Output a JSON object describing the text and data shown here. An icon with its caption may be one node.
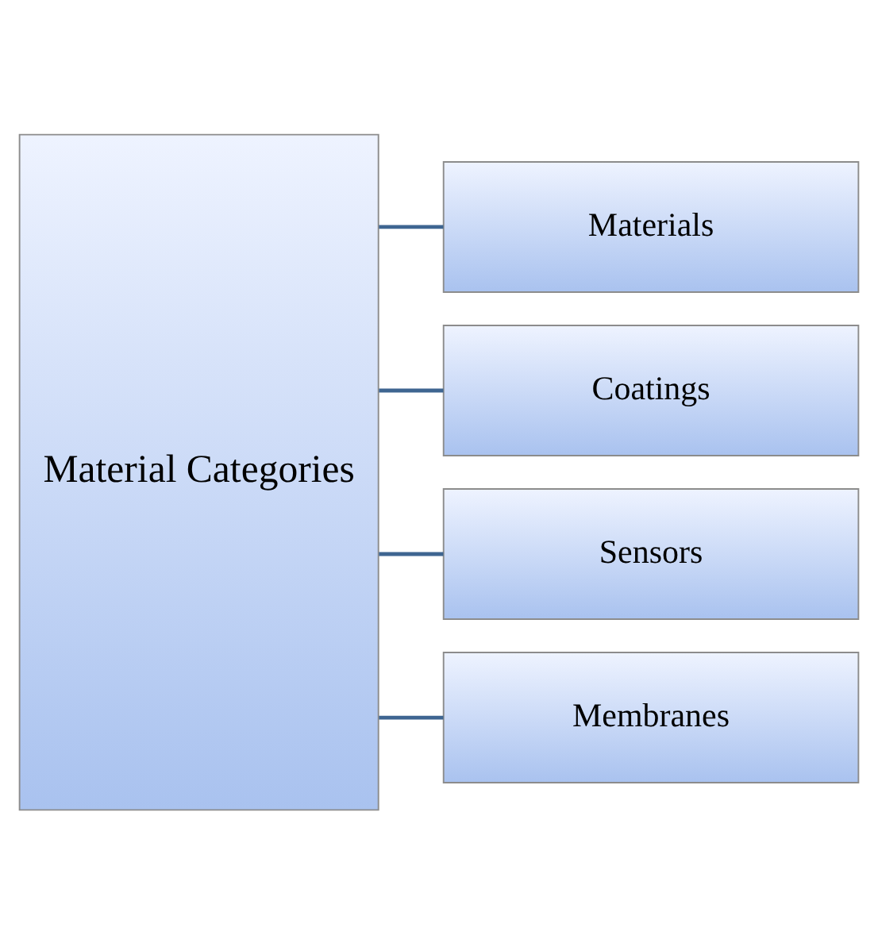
{
  "diagram": {
    "nodes": [
      {
        "text": [
          "Material Categories"
        ]
      },
      {
        "text": [
          "Materials"
        ]
      },
      {
        "text": [
          "Coatings"
        ]
      },
      {
        "text": [
          "Sensors"
        ]
      },
      {
        "text": [
          "Membranes"
        ]
      }
    ],
    "edges": [
      {
        "from": 0,
        "to": 1,
        "arrow": "none"
      },
      {
        "from": 0,
        "to": 2,
        "arrow": "none"
      },
      {
        "from": 0,
        "to": 3,
        "arrow": "none"
      },
      {
        "from": 0,
        "to": 4,
        "arrow": "none"
      }
    ]
  }
}
